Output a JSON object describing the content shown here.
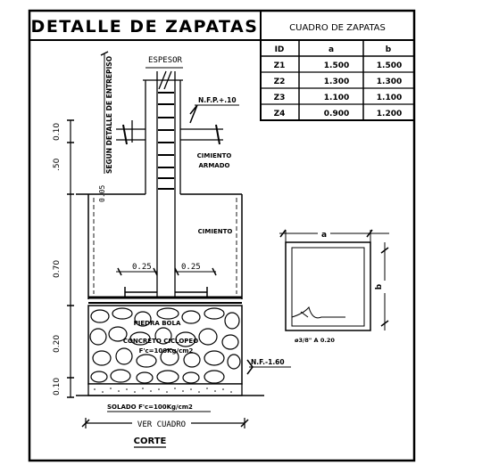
{
  "title": "DETALLE DE ZAPATAS",
  "table": {
    "title": "CUADRO DE ZAPATAS",
    "headers": [
      "ID",
      "a",
      "b"
    ],
    "rows": [
      [
        "Z1",
        "1.500",
        "1.500"
      ],
      [
        "Z2",
        "1.300",
        "1.300"
      ],
      [
        "Z3",
        "1.100",
        "1.100"
      ],
      [
        "Z4",
        "0.900",
        "1.200"
      ]
    ]
  },
  "section": {
    "espesor_label": "ESPESOR",
    "vertical_note": "SEGUN DETALLE DE ENTREPISO",
    "nfp_label": "N.F.P.+.10",
    "cimiento_armado": [
      "CIMIENTO",
      "ARMADO"
    ],
    "cimiento": "CIMIENTO",
    "piedra_bola": [
      "PIEDRA BOLA",
      "CONCRETO CICLOPEO",
      "F'c=100Kg/cm2"
    ],
    "nf_label": "N.F.-1.60",
    "solado": "SOLADO F'c=100Kg/cm2",
    "ver_cuadro": "VER CUADRO",
    "corte": "CORTE",
    "dim_025_left": "0.25",
    "dim_025_right": "0.25",
    "dim_005": "0.05"
  },
  "left_dims": [
    "0.10",
    ".50",
    "0.70",
    "0.20",
    "0.10"
  ],
  "plan": {
    "a_label": "a",
    "b_label": "b",
    "note": "ø3/8\" A 0.20"
  }
}
